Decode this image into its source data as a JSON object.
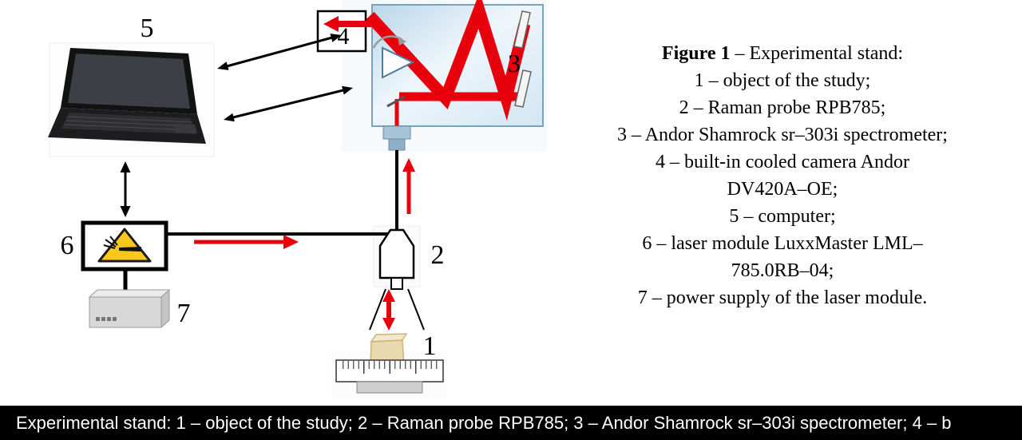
{
  "caption": {
    "title_bold": "Figure 1",
    "title_rest": " – Experimental stand:",
    "lines": [
      "1 – object of the study;",
      "2 – Raman probe RPB785;",
      "3 – Andor Shamrock sr–303i spectrometer;",
      "4 – built-in cooled camera Andor",
      "DV420A–OE;",
      "5 – computer;",
      "6 – laser module LuxxMaster LML–",
      "785.0RB–04;",
      "7 – power supply of the laser module."
    ]
  },
  "diagram_labels": {
    "object": "1",
    "probe": "2",
    "spectrometer": "3",
    "camera": "4",
    "computer": "5",
    "laser_module": "6",
    "power_supply": "7"
  },
  "bottom_bar": {
    "text": "Experimental stand: 1 – object of the study; 2 – Raman probe RPB785; 3 – Andor Shamrock sr–303i spectrometer; 4 – b"
  },
  "colors": {
    "beam_red": "#e8000d",
    "warning_yellow": "#f8c81c",
    "spectrometer_fill": "#d9eaf5",
    "bottom_bar_bg": "#000000",
    "bottom_bar_text": "#ffffff"
  }
}
